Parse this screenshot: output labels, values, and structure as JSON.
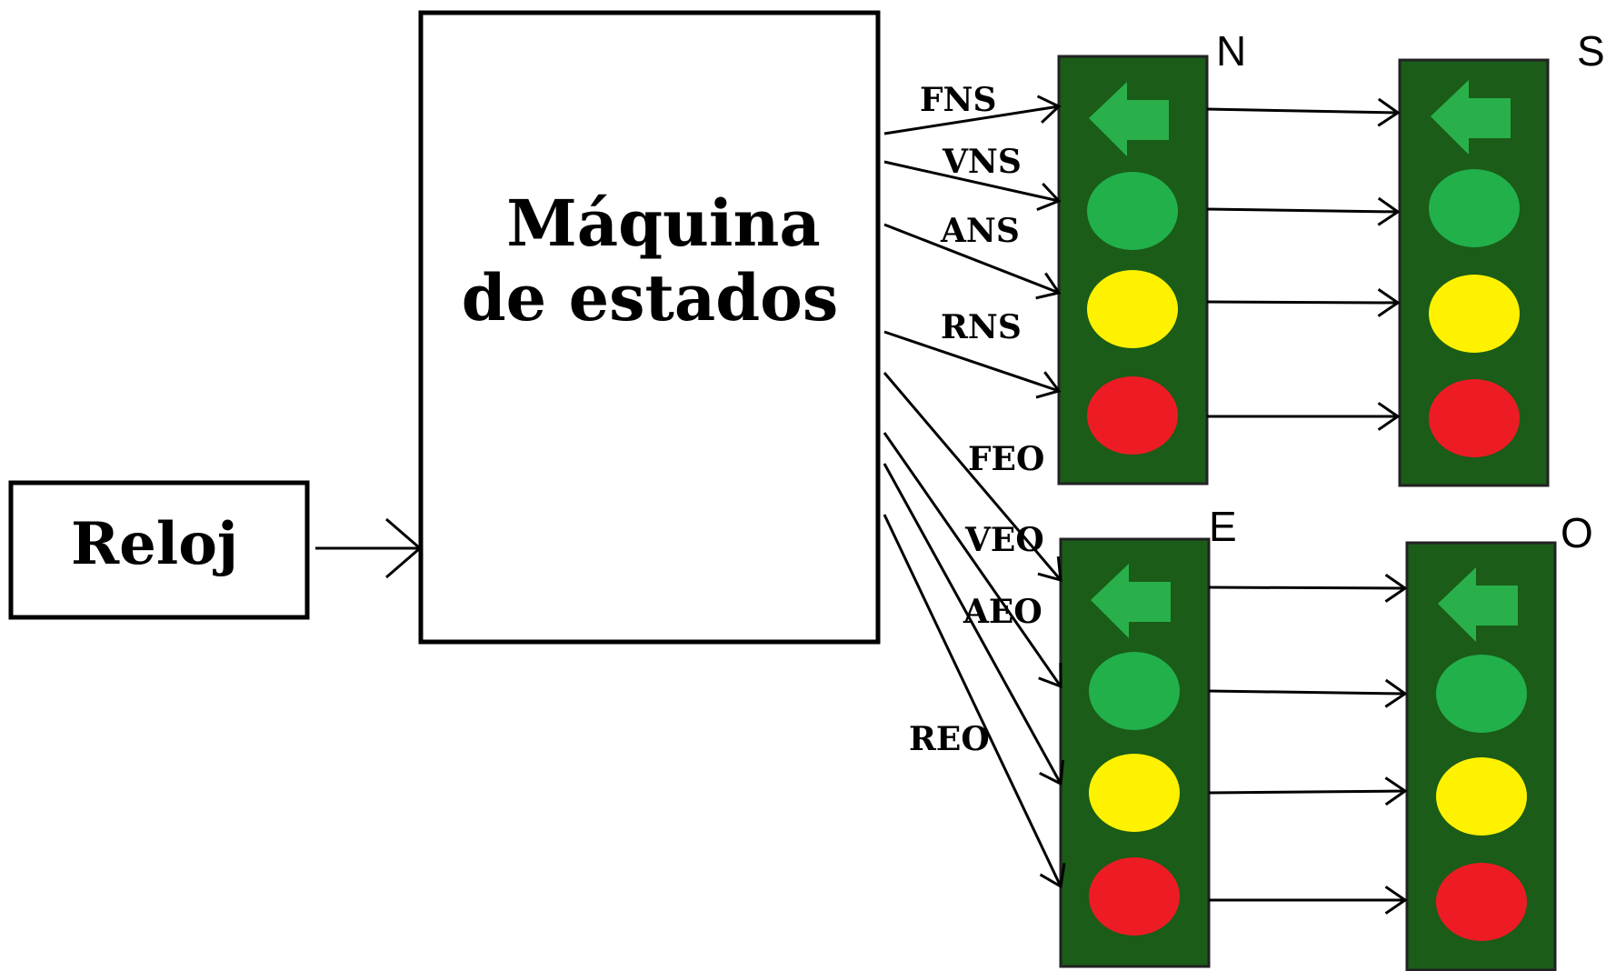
{
  "clock": {
    "label": "Reloj"
  },
  "fsm": {
    "line1": "Máquina",
    "line2": "de estados"
  },
  "signals": {
    "FNS": "FNS",
    "VNS": "VNS",
    "ANS": "ANS",
    "RNS": "RNS",
    "FEO": "FEO",
    "VEO": "VEO",
    "AEO": "AEO",
    "REO": "REO"
  },
  "lights": {
    "N": {
      "label": "N"
    },
    "S": {
      "label": "S"
    },
    "E": {
      "label": "E"
    },
    "O": {
      "label": "O"
    }
  },
  "colors": {
    "housing": "#1a5c18",
    "arrow": "#2ab04a",
    "green": "#22b04b",
    "yellow": "#fff200",
    "red": "#ed1c24"
  },
  "icons": [
    "left-arrow-icon",
    "green-light",
    "yellow-light",
    "red-light"
  ]
}
